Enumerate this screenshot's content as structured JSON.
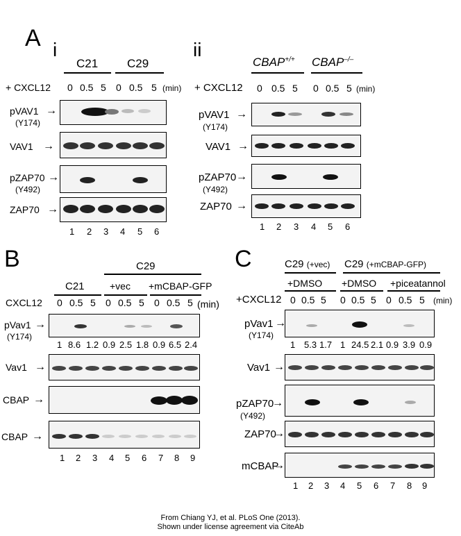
{
  "panelA": {
    "letter": "A",
    "i": {
      "sub": "i",
      "groups": [
        "C21",
        "C29"
      ],
      "cxcl12_label": "+ CXCL12",
      "times": [
        "0",
        "0.5",
        "5",
        "0",
        "0.5",
        "5"
      ],
      "unit": "(min)",
      "blots": [
        "pVAV1",
        "VAV1",
        "pZAP70",
        "ZAP70"
      ],
      "blot_sub": {
        "pVAV1": "(Y174)",
        "pZAP70": "(Y492)"
      },
      "lanes": [
        "1",
        "2",
        "3",
        "4",
        "5",
        "6"
      ]
    },
    "ii": {
      "sub": "ii",
      "groups": [
        "CBAP",
        "CBAP"
      ],
      "group_sup": [
        "+/+",
        "–/–"
      ],
      "cxcl12_label": "+ CXCL12",
      "times": [
        "0",
        "0.5",
        "5",
        "0",
        "0.5",
        "5"
      ],
      "unit": "(min)",
      "blots": [
        "pVAV1",
        "VAV1",
        "pZAP70",
        "ZAP70"
      ],
      "blot_sub": {
        "pVAV1": "(Y174)",
        "pZAP70": "(Y492)"
      },
      "lanes": [
        "1",
        "2",
        "3",
        "4",
        "5",
        "6"
      ]
    }
  },
  "panelB": {
    "letter": "B",
    "top_group": "C29",
    "groups": [
      "C21",
      "+vec",
      "+mCBAP-GFP"
    ],
    "cxcl12_label": "CXCL12",
    "times": [
      "0",
      "0.5",
      "5",
      "0",
      "0.5",
      "5",
      "0",
      "0.5",
      "5"
    ],
    "unit": "(min)",
    "blots": [
      "pVav1",
      "Vav1",
      "CBAP",
      "CBAP"
    ],
    "blot_sub": {
      "pVav1": "(Y174)"
    },
    "quant": [
      "1",
      "8.6",
      "1.2",
      "0.9",
      "2.5",
      "1.8",
      "0.9",
      "6.5",
      "2.4"
    ],
    "lanes": [
      "1",
      "2",
      "3",
      "4",
      "5",
      "6",
      "7",
      "8",
      "9"
    ]
  },
  "panelC": {
    "letter": "C",
    "top_groups": [
      "C29",
      "(+vec)",
      "C29",
      "(+mCBAP-GFP)"
    ],
    "groups": [
      "+DMSO",
      "+DMSO",
      "+piceatannol"
    ],
    "cxcl12_label": "+CXCL12",
    "times": [
      "0",
      "0.5",
      "5",
      "0",
      "0.5",
      "5",
      "0",
      "0.5",
      "5"
    ],
    "unit": "(min)",
    "blots": [
      "pVav1",
      "Vav1",
      "pZAP70",
      "ZAP70",
      "mCBAP"
    ],
    "blot_sub": {
      "pVav1": "(Y174)",
      "pZAP70": "(Y492)"
    },
    "quant": [
      "1",
      "5.3",
      "1.7",
      "1",
      "24.5",
      "2.1",
      "0.9",
      "3.9",
      "0.9"
    ],
    "lanes": [
      "1",
      "2",
      "3",
      "4",
      "5",
      "6",
      "7",
      "8",
      "9"
    ]
  },
  "credit": {
    "line1": "From Chiang YJ, et al. PLoS One (2013).",
    "line2": "Shown under license agreement via CiteAb"
  }
}
